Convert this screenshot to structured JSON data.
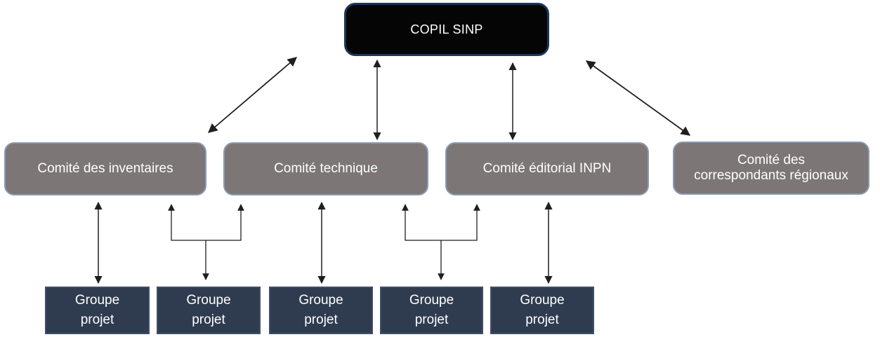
{
  "diagram": {
    "type": "org-chart",
    "copil": {
      "id": "copil-sinp",
      "label": "COPIL SINP"
    },
    "committees": [
      {
        "id": "comite-inventaires",
        "label": "Comité des inventaires"
      },
      {
        "id": "comite-technique",
        "label": "Comité technique"
      },
      {
        "id": "comite-editorial-inpn",
        "label": "Comité éditorial INPN"
      },
      {
        "id": "comite-correspondants",
        "label": "Comité des\ncorrespondants régionaux"
      }
    ],
    "project_groups": [
      {
        "id": "groupe-projet-1",
        "label": "Groupe\nprojet"
      },
      {
        "id": "groupe-projet-2",
        "label": "Groupe\nprojet"
      },
      {
        "id": "groupe-projet-3",
        "label": "Groupe\nprojet"
      },
      {
        "id": "groupe-projet-4",
        "label": "Groupe\nprojet"
      },
      {
        "id": "groupe-projet-5",
        "label": "Groupe\nprojet"
      }
    ],
    "edges": [
      {
        "from": "copil-sinp",
        "to": "comite-inventaires",
        "style": "diagonal-double-arrow"
      },
      {
        "from": "copil-sinp",
        "to": "comite-technique",
        "style": "vertical-double-arrow"
      },
      {
        "from": "copil-sinp",
        "to": "comite-editorial-inpn",
        "style": "vertical-double-arrow"
      },
      {
        "from": "copil-sinp",
        "to": "comite-correspondants",
        "style": "diagonal-double-arrow"
      },
      {
        "from": "comite-inventaires",
        "to": "groupe-projet-1",
        "style": "vertical-double-arrow"
      },
      {
        "from": [
          "comite-inventaires",
          "comite-technique"
        ],
        "to": "groupe-projet-2",
        "style": "merge-bracket-down-arrow"
      },
      {
        "from": "comite-technique",
        "to": "groupe-projet-3",
        "style": "vertical-double-arrow"
      },
      {
        "from": [
          "comite-technique",
          "comite-editorial-inpn"
        ],
        "to": "groupe-projet-4",
        "style": "merge-bracket-down-arrow"
      },
      {
        "from": "comite-editorial-inpn",
        "to": "groupe-projet-5",
        "style": "vertical-double-arrow"
      }
    ],
    "colors": {
      "background": "#ffffff",
      "copil_fill": "#050505",
      "copil_border": "#17375e",
      "committee_fill": "#7c7776",
      "committee_border": "#8a9bb0",
      "group_fill": "#2f3c50",
      "group_border": "#3f4f68",
      "arrow": "#1f1f1f"
    }
  }
}
